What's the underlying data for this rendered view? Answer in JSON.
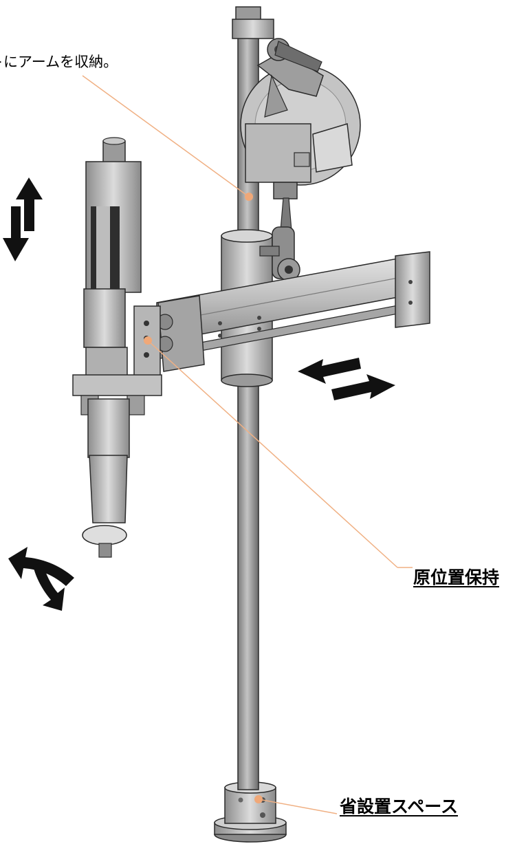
{
  "labels": {
    "top_note": "トにアームを収納。",
    "home_position": "原位置保持",
    "space_saving": "省設置スペース"
  },
  "colors": {
    "leader_line": "#f0b083",
    "leader_dot": "#f0a878",
    "metal_light": "#d6d6d6",
    "metal_mid": "#a9a9a9",
    "metal_dark": "#6f6f6f",
    "outline": "#2a2a2a",
    "arrow": "#111111"
  },
  "icons": [
    "up-down-arrow-icon",
    "left-right-arrow-icon",
    "rotate-arrow-icon"
  ]
}
